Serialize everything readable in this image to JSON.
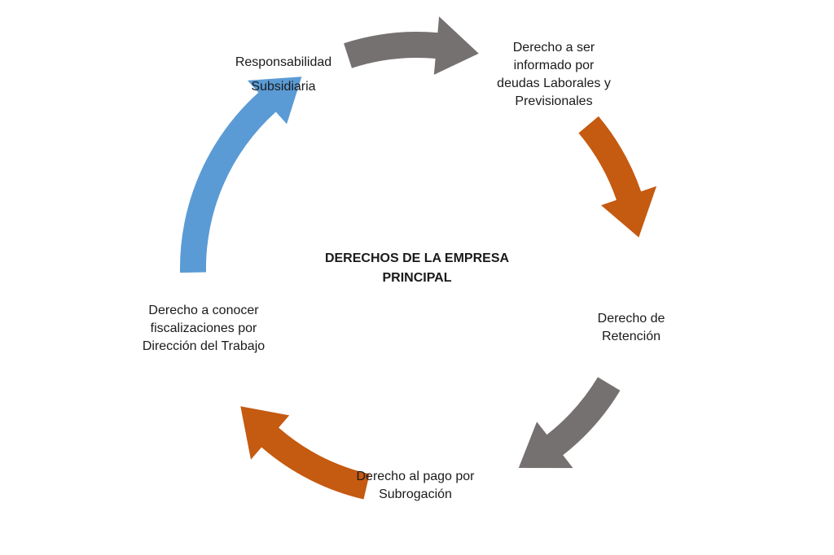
{
  "center_title": [
    "DERECHOS DE LA EMPRESA",
    "PRINCIPAL"
  ],
  "nodes": [
    {
      "lines": [
        "Responsabilidad",
        "Subsidiaria"
      ]
    },
    {
      "lines": [
        "Derecho a ser",
        "informado por",
        "deudas Laborales y",
        "Previsionales"
      ]
    },
    {
      "lines": [
        "Derecho de",
        "Retención"
      ]
    },
    {
      "lines": [
        "Derecho al pago por",
        "Subrogación"
      ]
    },
    {
      "lines": [
        "Derecho a conocer",
        "fiscalizaciones por",
        "Dirección del Trabajo"
      ]
    }
  ],
  "arrows": [
    {
      "name": "arrow-top",
      "color": "#767171"
    },
    {
      "name": "arrow-right",
      "color": "#C55A11"
    },
    {
      "name": "arrow-bottom-right",
      "color": "#767171"
    },
    {
      "name": "arrow-bottom-left",
      "color": "#C55A11"
    },
    {
      "name": "arrow-left",
      "color": "#5B9BD5"
    }
  ]
}
